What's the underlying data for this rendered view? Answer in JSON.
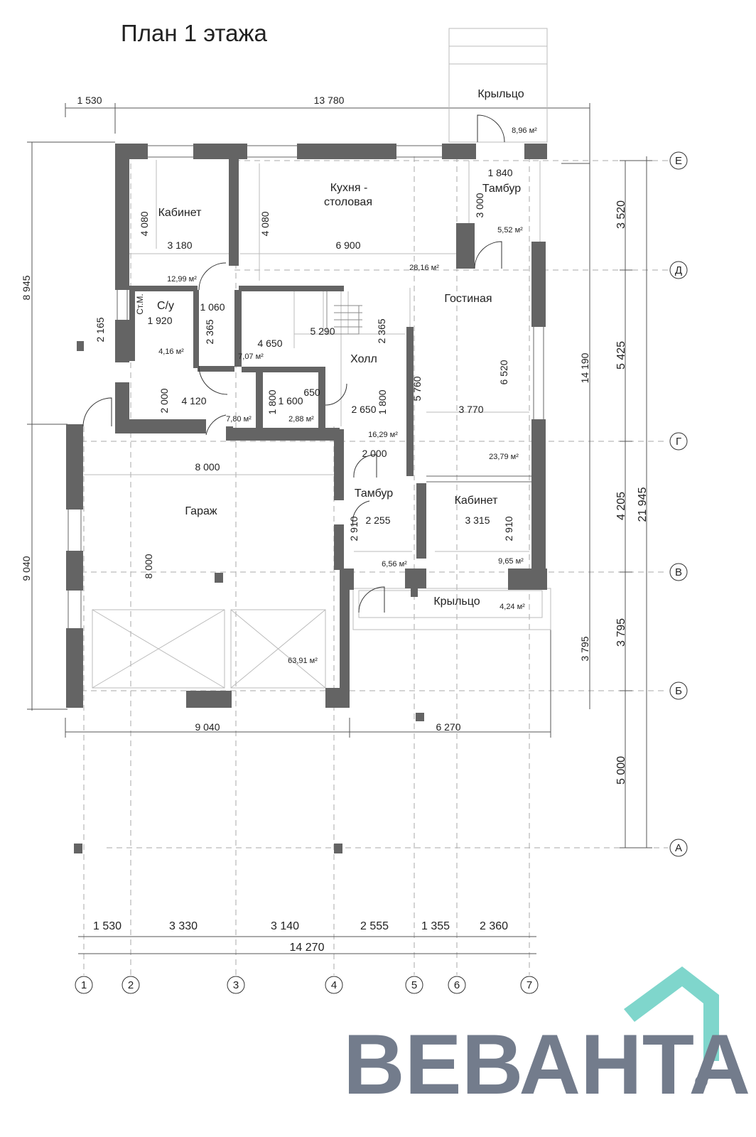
{
  "title": "План 1 этажа",
  "rooms": {
    "porch_top": {
      "name": "Крыльцо",
      "area": "8,96 м²"
    },
    "office_top": {
      "name": "Кабинет",
      "area": "12,99 м²"
    },
    "kitchen": {
      "name_line1": "Кухня -",
      "name_line2": "столовая",
      "area": "28,16 м²"
    },
    "vestibule_top": {
      "name": "Тамбур",
      "area": "5,52 м²"
    },
    "riser": {
      "name": "Ст.М."
    },
    "bathroom": {
      "name": "С/у",
      "area": "4,16 м²"
    },
    "living": {
      "name": "Гостиная",
      "area": "23,79 м²"
    },
    "hall": {
      "name": "Холл",
      "area": "16,29 м²"
    },
    "corridor_area": "7,07 м²",
    "laundry_area": "7,80 м²",
    "wc_small_area": "2,88 м²",
    "garage": {
      "name": "Гараж",
      "area": "63,91 м²"
    },
    "vestibule_bottom": {
      "name": "Тамбур",
      "area": "6,56 м²"
    },
    "office_bottom": {
      "name": "Кабинет",
      "area": "9,65 м²"
    },
    "porch_bottom": {
      "name": "Крыльцо",
      "area": "4,24 м²"
    }
  },
  "dims": {
    "top_left": "1 530",
    "top_main": "13 780",
    "left_top": "8 945",
    "left_bottom": "9 040",
    "office_w": "3 180",
    "office_h": "4 080",
    "kitchen_h": "4 080",
    "kitchen_w": "6 900",
    "vest_w": "1 840",
    "vest_h": "3 000",
    "bath_w": "1 920",
    "bath_h": "2 165",
    "door_w": "1 060",
    "corr_h": "2 365",
    "corr_w": "4 650",
    "stair_w": "5 290",
    "stair_h": "2 365",
    "laundry_h": "2 000",
    "laundry_w": "4 120",
    "wc_h": "1 800",
    "wc_w": "1 600",
    "wc_door": "650",
    "hall_w": "2 650",
    "hall_h": "1 800",
    "hall_d": "5 760",
    "living_h": "6 520",
    "living_w": "3 770",
    "tamb_w": "2 000",
    "garage_w": "8 000",
    "garage_h": "8 000",
    "tamb2_h": "2 910",
    "tamb2_w": "2 255",
    "off2_w": "3 315",
    "off2_h": "2 910",
    "right_total": "14 190",
    "porch_h": "3 795",
    "bottom_left": "9 040",
    "bottom_right": "6 270",
    "axis_1_2": "1 530",
    "axis_2_3": "3 330",
    "axis_3_4": "3 140",
    "axis_4_5": "2 555",
    "axis_5_6": "1 355",
    "axis_6_7": "2 360",
    "axis_total": "14 270",
    "r_ed": "3 520",
    "r_dg": "5 425",
    "r_gv": "4 205",
    "r_vb": "3 795",
    "r_ba": "5 000",
    "r_total": "21 945"
  },
  "axes": {
    "cols": [
      "1",
      "2",
      "3",
      "4",
      "5",
      "6",
      "7"
    ],
    "rows": [
      "Е",
      "Д",
      "Г",
      "В",
      "Б",
      "А"
    ]
  },
  "logo": {
    "text": "ВЕВАНТА",
    "copyright": "©",
    "text_color": "#737c8c",
    "roof_color": "#7fd6cc"
  },
  "colors": {
    "wall": "#646464",
    "grid": "#999999",
    "text": "#222222"
  }
}
